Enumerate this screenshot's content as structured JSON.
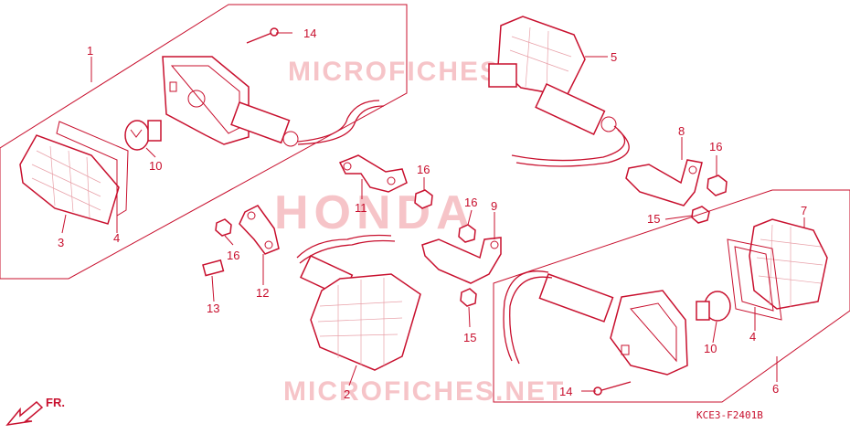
{
  "watermarks": {
    "top": "MICROFICHES.NET",
    "center": "HONDA",
    "bottom": "MICROFICHES.NET"
  },
  "callouts": {
    "c1": "1",
    "c3": "3",
    "c4a": "4",
    "c10a": "10",
    "c14a": "14",
    "c5": "5",
    "c8": "8",
    "c16a": "16",
    "c15a": "15",
    "c11": "11",
    "c16b": "16",
    "c16c": "16",
    "c9": "9",
    "c15b": "15",
    "c16d": "16",
    "c12": "12",
    "c13": "13",
    "c2": "2",
    "c7": "7",
    "c4b": "4",
    "c10b": "10",
    "c6": "6",
    "c14b": "14"
  },
  "diagram_code": "KCE3-F2401B",
  "front_arrow": "FR.",
  "colors": {
    "line": "#c8102e",
    "watermark": "#f6c4c8"
  }
}
